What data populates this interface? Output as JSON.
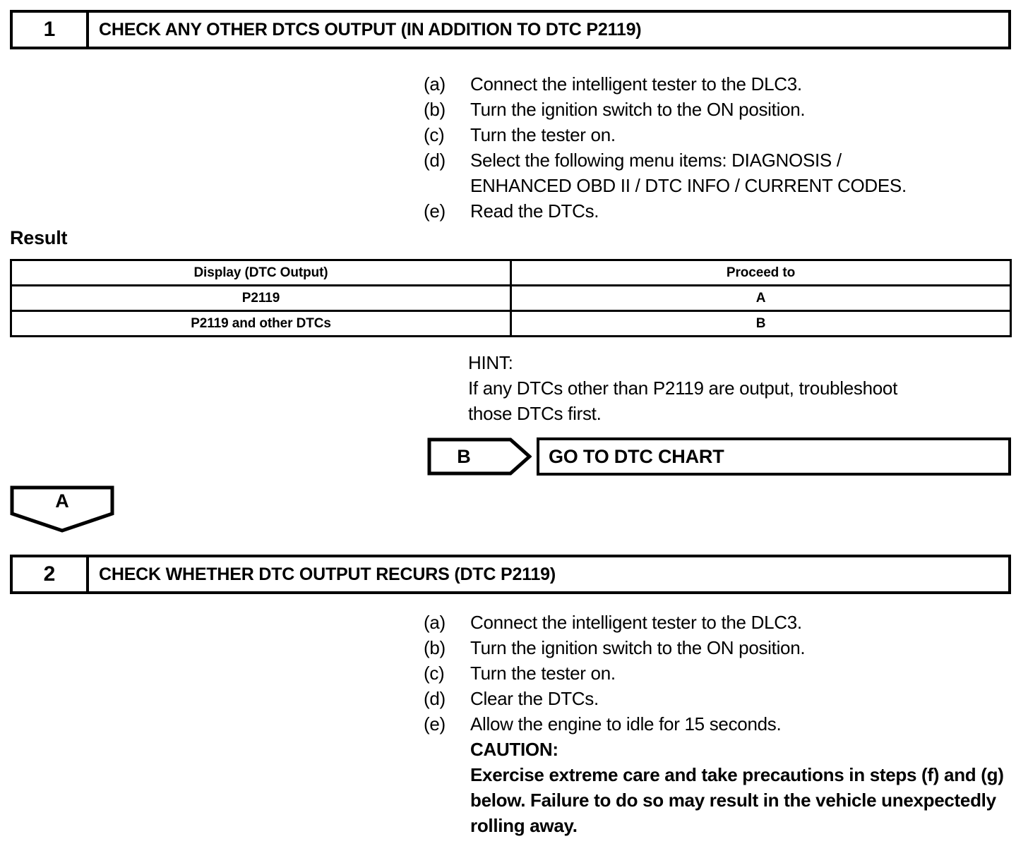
{
  "steps": [
    {
      "number": "1",
      "title": "CHECK ANY OTHER DTCS OUTPUT (IN ADDITION TO DTC P2119)",
      "procedures": [
        {
          "label": "(a)",
          "text": "Connect the intelligent tester to the DLC3."
        },
        {
          "label": "(b)",
          "text": "Turn the ignition switch to the ON position."
        },
        {
          "label": "(c)",
          "text": "Turn the tester on."
        },
        {
          "label": "(d)",
          "text": "Select the following menu items: DIAGNOSIS /",
          "text2": "ENHANCED OBD II / DTC INFO / CURRENT CODES."
        },
        {
          "label": "(e)",
          "text": "Read the DTCs."
        }
      ]
    },
    {
      "number": "2",
      "title": "CHECK WHETHER DTC OUTPUT RECURS (DTC P2119)",
      "procedures": [
        {
          "label": "(a)",
          "text": "Connect the intelligent tester to the DLC3."
        },
        {
          "label": "(b)",
          "text": "Turn the ignition switch to the ON position."
        },
        {
          "label": "(c)",
          "text": "Turn the tester on."
        },
        {
          "label": "(d)",
          "text": "Clear the DTCs."
        },
        {
          "label": "(e)",
          "text": "Allow the engine to idle for 15 seconds."
        }
      ],
      "caution": {
        "heading": "CAUTION:",
        "body": "Exercise extreme care and take precautions in steps (f) and (g) below. Failure to do so may result in the vehicle unexpectedly rolling away."
      }
    }
  ],
  "result": {
    "label": "Result",
    "columns": [
      "Display (DTC Output)",
      "Proceed to"
    ],
    "rows": [
      {
        "display": "P2119",
        "proceed": "A"
      },
      {
        "display": "P2119 and other DTCs",
        "proceed": "B"
      }
    ]
  },
  "hint": {
    "heading": "HINT:",
    "line1": "If any DTCs other than P2119 are output, troubleshoot",
    "line2": "those DTCs first."
  },
  "connectors": {
    "b": "B",
    "a": "A"
  },
  "actions": {
    "go_to_dtc_chart": "GO TO DTC CHART"
  }
}
